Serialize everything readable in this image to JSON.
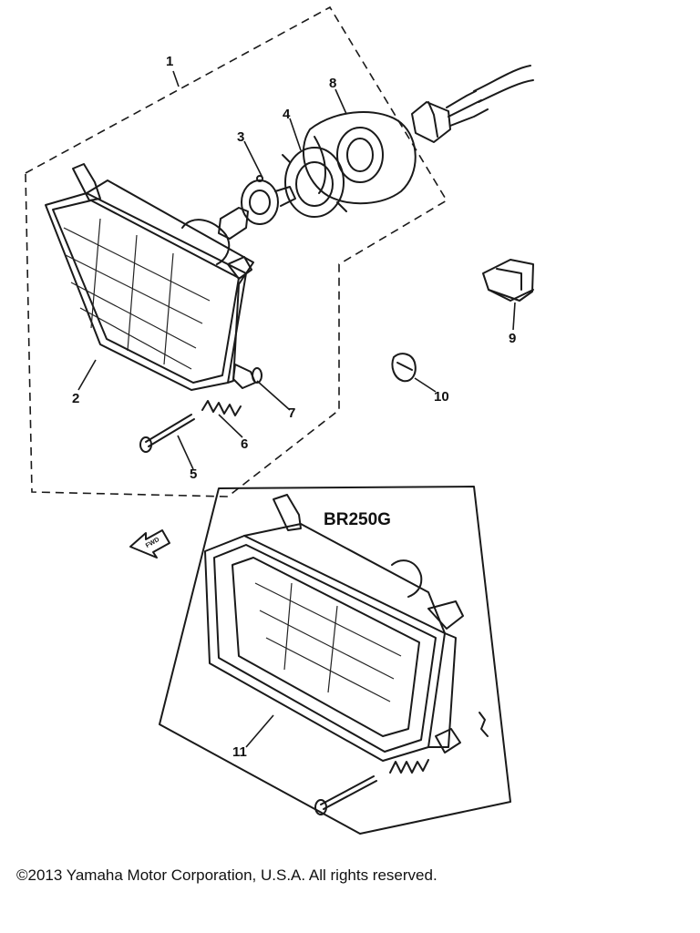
{
  "model_label": "BR250G",
  "direction_arrow_label": "FWD",
  "part_numbers": [
    "1",
    "2",
    "3",
    "4",
    "5",
    "6",
    "7",
    "8",
    "9",
    "10",
    "11"
  ],
  "copyright": "©2013 Yamaha Motor Corporation, U.S.A. All rights reserved."
}
